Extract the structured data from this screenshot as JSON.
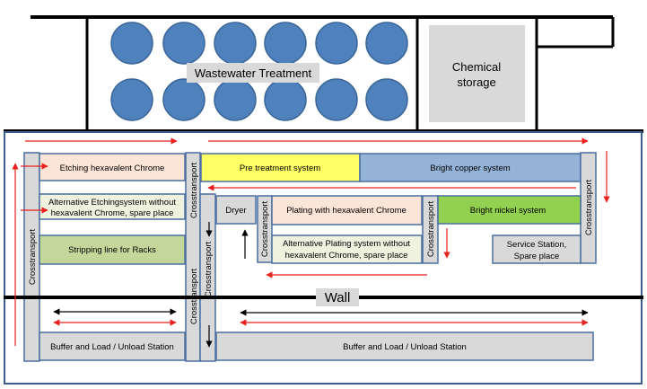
{
  "diagram": {
    "wastewater_label": "Wastewater Treatment",
    "chemical_storage_line1": "Chemical",
    "chemical_storage_line2": "storage",
    "etching_cr6": "Etching hexavalent Chrome",
    "alt_etching_line1": "Alternative Etchingsystem without",
    "alt_etching_line2": "hexavalent Chrome, spare place",
    "stripping_line": "Stripping line for Racks",
    "pretreatment": "Pre treatment system",
    "bright_copper": "Bright copper system",
    "dryer": "Dryer",
    "plating_cr6": "Plating with hexavalent Chrome",
    "bright_nickel": "Bright nickel system",
    "alt_plating_line1": "Alternative  Plating system without",
    "alt_plating_line2": "hexavalent Chrome, spare place",
    "service_line1": "Service Station,",
    "service_line2": "Spare place",
    "wall": "Wall",
    "buffer_left": "Buffer and Load / Unload Station",
    "buffer_right": "Buffer and Load / Unload Station",
    "crosstransport": "Crosstransport"
  },
  "colors": {
    "peach": "#fce4d6",
    "cream": "#eef2df",
    "green_light": "#c4d79b",
    "yellow": "#ffff66",
    "blue": "#95b3d7",
    "green": "#92d050",
    "grey": "#d9d9d9",
    "tank_blue": "#4f81bd",
    "arrow_red": "#e8201e"
  }
}
